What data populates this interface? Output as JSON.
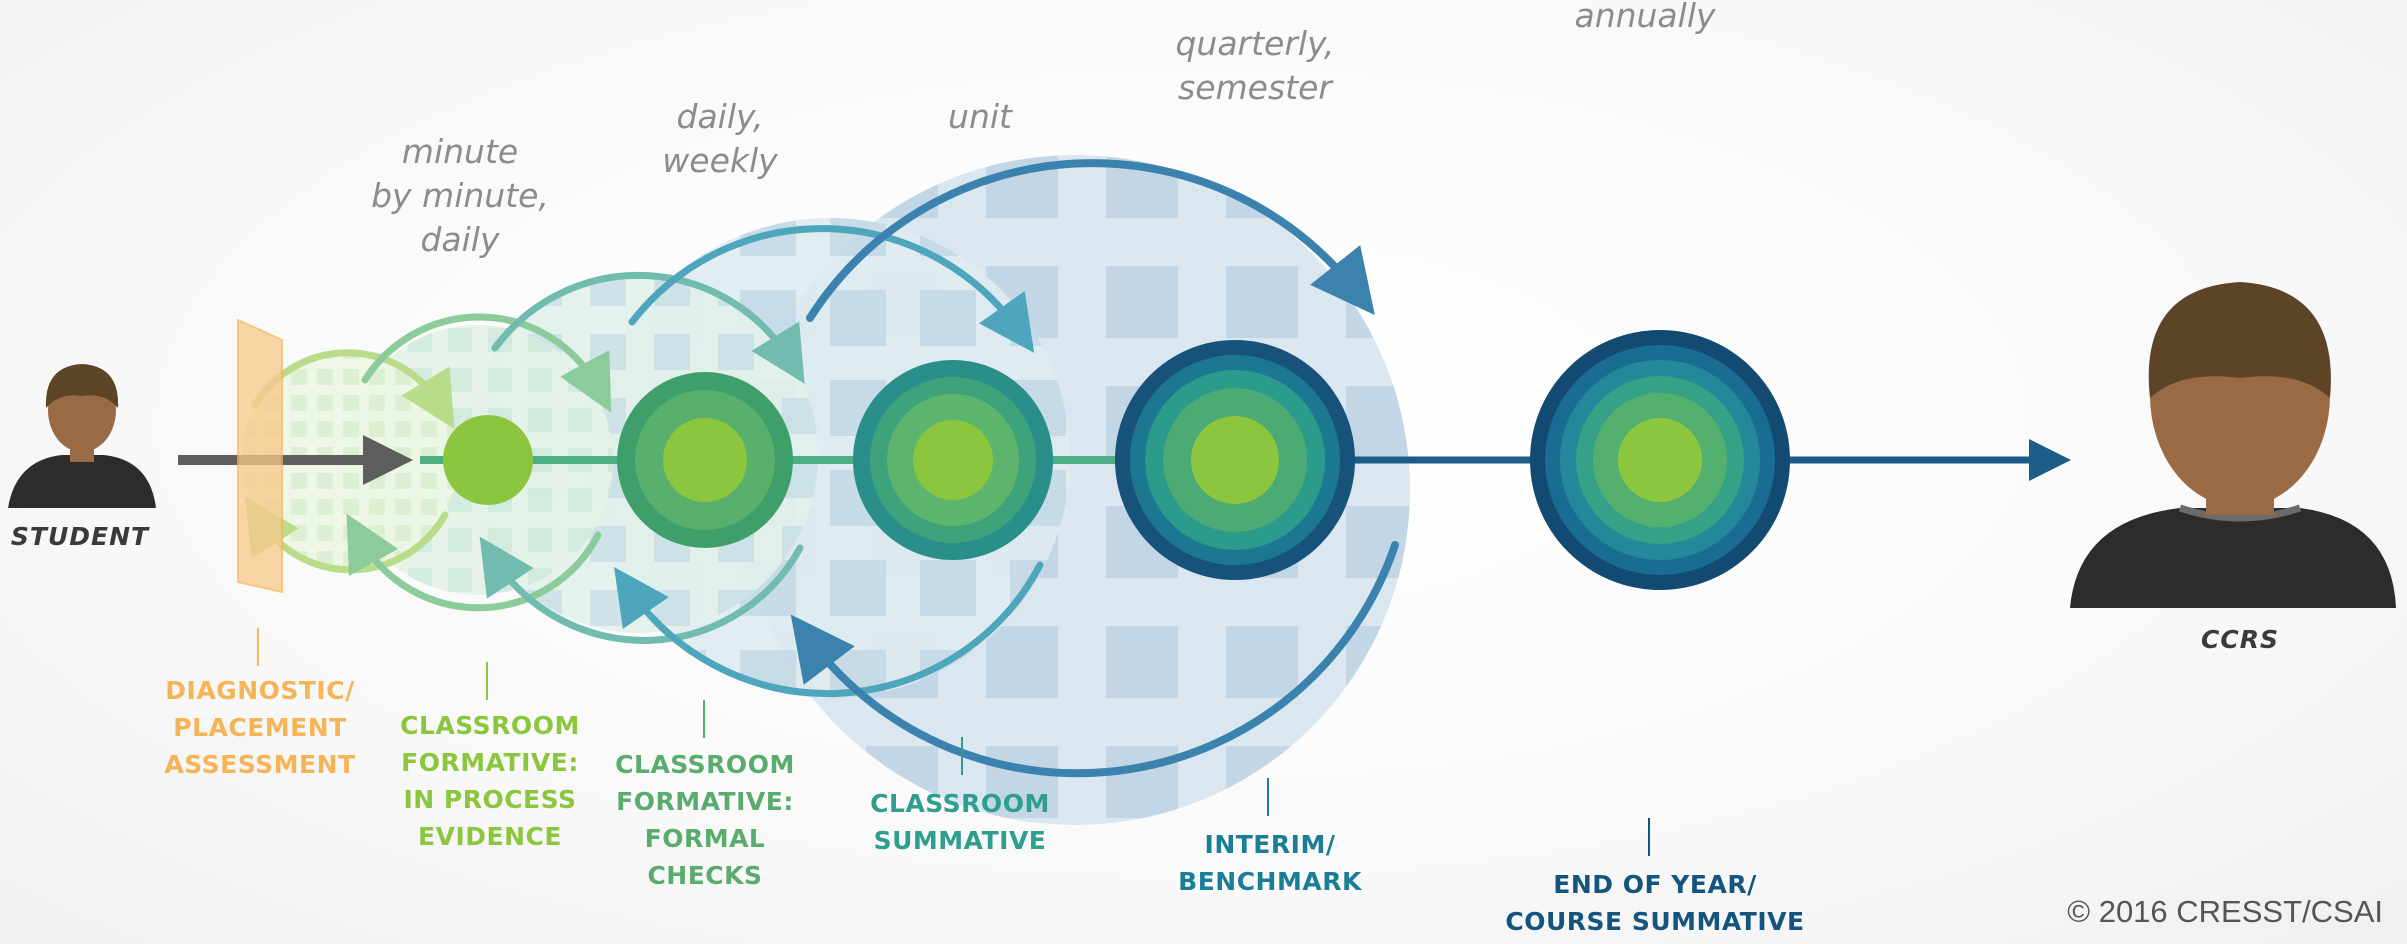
{
  "people": {
    "start_label": "STUDENT",
    "end_label": "CCRS"
  },
  "stages": [
    {
      "id": "diagnostic",
      "frequency": [],
      "label": [
        "DIAGNOSTIC/",
        "PLACEMENT",
        "ASSESSMENT"
      ],
      "color": "#f5b556"
    },
    {
      "id": "formative-in-process",
      "frequency": [
        "minute",
        "by minute,",
        "daily"
      ],
      "label": [
        "CLASSROOM",
        "FORMATIVE:",
        "IN PROCESS",
        "EVIDENCE"
      ],
      "color": "#8cc63f"
    },
    {
      "id": "formative-formal",
      "frequency": [
        "daily,",
        "weekly"
      ],
      "label": [
        "CLASSROOM",
        "FORMATIVE:",
        "FORMAL",
        "CHECKS"
      ],
      "color": "#5aab6e"
    },
    {
      "id": "classroom-summative",
      "frequency": [
        "unit"
      ],
      "label": [
        "CLASSROOM",
        "SUMMATIVE"
      ],
      "color": "#2e9e8e"
    },
    {
      "id": "interim-benchmark",
      "frequency": [
        "quarterly,",
        "semester"
      ],
      "label": [
        "INTERIM/",
        "BENCHMARK"
      ],
      "color": "#1a7f96"
    },
    {
      "id": "end-of-year",
      "frequency": [
        "annually"
      ],
      "label": [
        "END OF YEAR/",
        "COURSE SUMMATIVE"
      ],
      "color": "#13557e"
    }
  ],
  "copyright": "© 2016 CRESST/CSAI"
}
